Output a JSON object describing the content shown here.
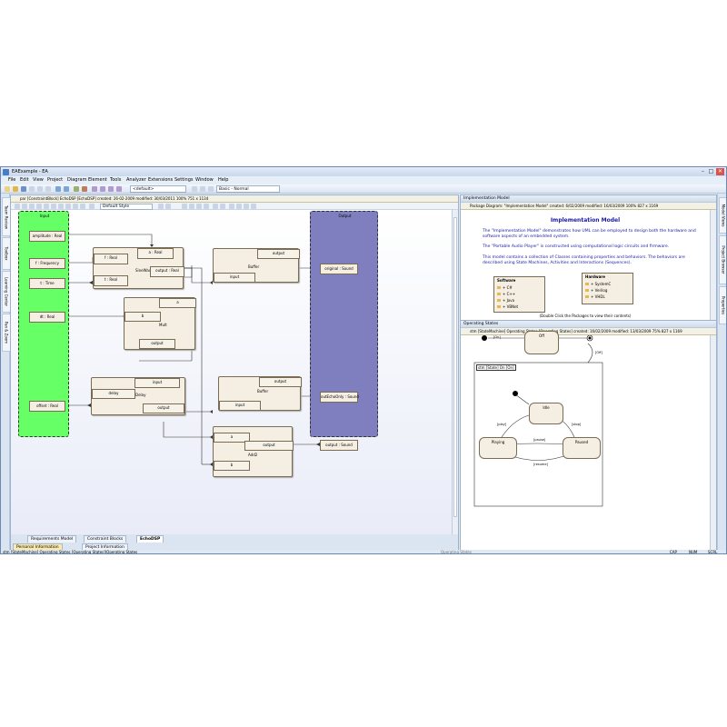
{
  "window": {
    "title": "EAExample - EA",
    "controls": [
      "–",
      "□",
      "✕"
    ]
  },
  "menu": [
    "File",
    "Edit",
    "View",
    "Project",
    "Diagram",
    "Element",
    "Tools",
    "Analyzer",
    "Extensions",
    "Settings",
    "Window",
    "Help"
  ],
  "toolbar": {
    "perspective": "<default>",
    "workspace": "Basic - Normal"
  },
  "left_dock": [
    "Pan & Zoom",
    "Learning Center",
    "Toolbox",
    "Team Review"
  ],
  "right_dock": [
    "Properties",
    "Project Browser",
    "Model Views"
  ],
  "main_diagram": {
    "title": "par [ConstraintBlock] EchoDSP [EchoDSP]   created: 26-02-2009  modified: 30/03/2011   100%  751 x 1134",
    "style": "Default Style",
    "input_partition": "Input",
    "output_partition": "Output",
    "inputs": [
      "amplitude : Real",
      "f : Frequency",
      "t : Time",
      "dt : Real",
      "offset : Real"
    ],
    "blocks": {
      "sinewave": {
        "name": "SineWave",
        "ports": [
          "a : Real",
          "f : Real",
          "output : Real",
          "t : Real"
        ]
      },
      "buffer1": {
        "name": "Buffer",
        "ports": [
          "output",
          "input"
        ]
      },
      "mult": {
        "name": "Mult",
        "ports": [
          "a",
          "b",
          "output"
        ]
      },
      "delay": {
        "name": "Delay",
        "ports": [
          "input",
          "delay",
          "output"
        ]
      },
      "buffer2": {
        "name": "Buffer",
        "ports": [
          "output",
          "input"
        ]
      },
      "add": {
        "name": "Add2",
        "ports": [
          "a",
          "output",
          "b"
        ]
      }
    },
    "outputs": [
      "original : Sound",
      "outEchoOnly : Sound",
      "output : Sound"
    ],
    "tabs": [
      "Requirements Model",
      "Constraint Blocks",
      "EchoDSP"
    ]
  },
  "impl_panel": {
    "header": "Implementation Model",
    "title_bar": "Package Diagram: \"Implementation Model\"   created: 6/02/2009  modified: 16/03/2009   100%   827 x 1169",
    "heading": "Implementation Model",
    "p1": "The \"Implementation Model\" demonstrates how UML can be employed to design both the hardware and software aspects of an embedded system.",
    "p2": "The \"Portable Audio Player\" is constructed using computational logic circuits and firmware.",
    "p3": "This model contains a collection of Classes containing properties and behaviors. The behaviors are described using State Machines, Activities and Interactions (Sequences).",
    "software": {
      "name": "Software",
      "items": [
        "+ C#",
        "+ C++",
        "+ Java",
        "+ VBNet"
      ]
    },
    "hardware": {
      "name": "Hardware",
      "items": [
        "+ SystemC",
        "+ Verilog",
        "+ VHDL"
      ]
    },
    "hint": "(Double Click the Packages to view their contents)"
  },
  "states_panel": {
    "header": "Operating States",
    "title_bar": "stm [StateMachine] Operating States [Operating States]   created: 16/02/2009  modified: 13/03/2009   75%   827 x 1169",
    "frame_label": "stm [State] On [On]",
    "states": [
      "Off",
      "Idle",
      "Playing",
      "Paused"
    ],
    "transitions": [
      "[On]",
      "[Off]",
      "[pause]",
      "[play]",
      "[resume]",
      "[stop]"
    ]
  },
  "bottom_tabs": [
    "Personal Information",
    "Project Information"
  ],
  "status": {
    "path": "stm [StateMachine] Operating States [Operating States]|Operating States",
    "center": "Operating States",
    "cap": "CAP",
    "num": "NUM",
    "scrl": "SCRL"
  }
}
